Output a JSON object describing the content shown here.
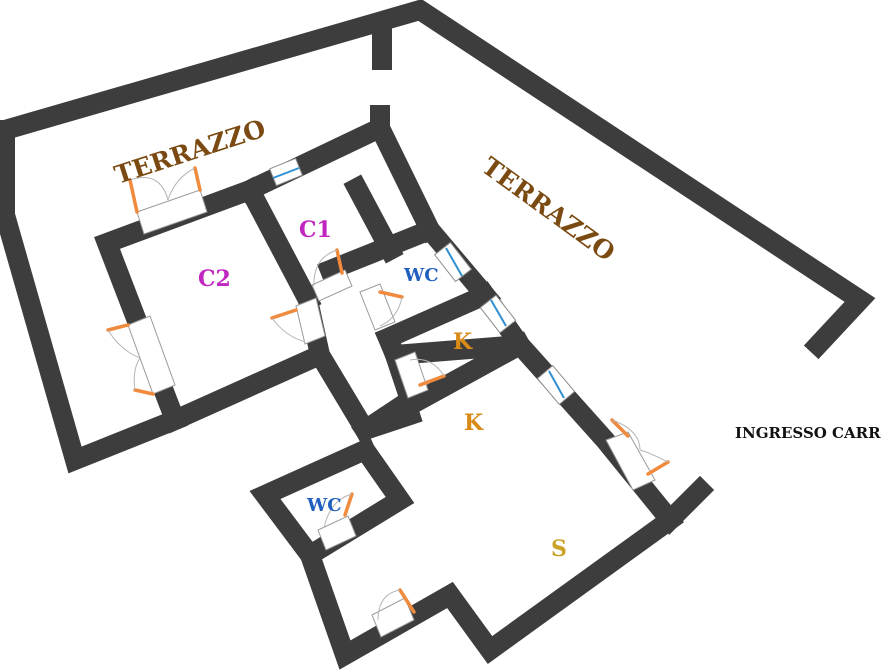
{
  "colors": {
    "wall": "#3d3d3d",
    "door": "#f08a3c",
    "window": "#2f8fd0",
    "terrace_label": "#7a4a12",
    "bedroom_label": "#c026c0",
    "bath_label": "#1f5fbf",
    "kitchen_label": "#d98a17",
    "living_label": "#c9a227",
    "entry_label": "#111111"
  },
  "labels": {
    "terrazzo_left": "TERRAZZO",
    "terrazzo_right": "TERRAZZO",
    "c1": "C1",
    "c2": "C2",
    "wc_top": "WC",
    "wc_bottom": "WC",
    "k_small": "K",
    "k_large": "K",
    "s": "S",
    "ingresso": "INGRESSO CARR"
  }
}
